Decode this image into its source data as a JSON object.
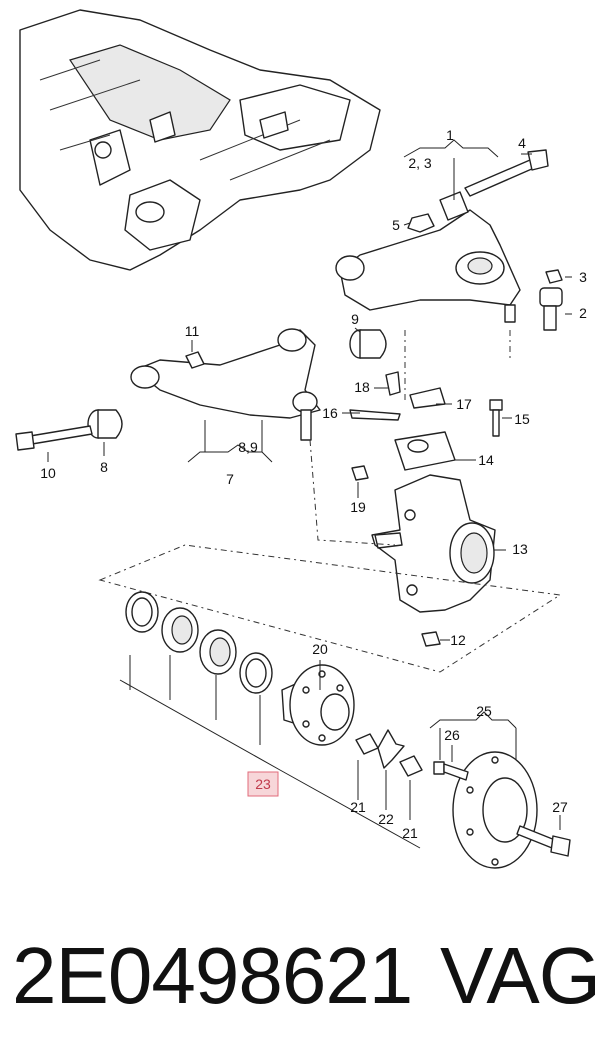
{
  "callouts": {
    "c1": "1",
    "c23": "2, 3",
    "c4": "4",
    "c5": "5",
    "c3": "3",
    "c2": "2",
    "c9": "9",
    "c11": "11",
    "c18": "18",
    "c17": "17",
    "c16": "16",
    "c15": "15",
    "c10": "10",
    "c8": "8",
    "c89": "8,9",
    "c7": "7",
    "c14": "14",
    "c19": "19",
    "c13": "13",
    "c12": "12",
    "c20": "20",
    "c25": "25",
    "c26": "26",
    "c21a": "21",
    "c22": "22",
    "c21b": "21",
    "c27": "27",
    "c23box": "23"
  },
  "footer": {
    "part_number": "2E0498621",
    "brand": "VAG"
  },
  "colors": {
    "line": "#222222",
    "highlight_box": "#f7d6d9",
    "highlight_border": "#e06b7a"
  }
}
